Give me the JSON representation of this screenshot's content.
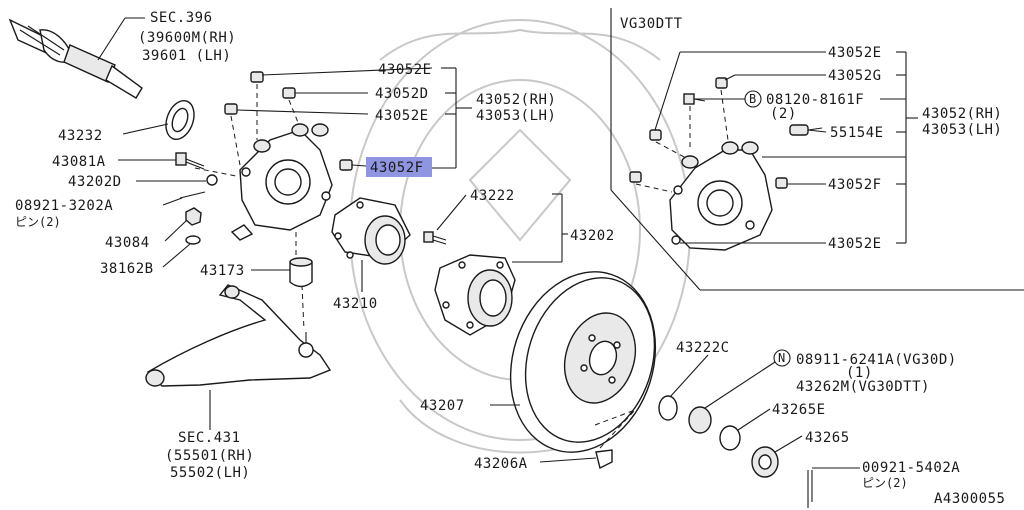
{
  "diagram": {
    "variant_label": "VG30DTT",
    "figure_code": "A4300055",
    "highlight_color": "#8f95e0",
    "labels": {
      "sec396": "SEC.396",
      "p39600m": "(39600M(RH)",
      "p39601": "39601 (LH)",
      "p43232": "43232",
      "p43081a": "43081A",
      "p43202d": "43202D",
      "p08921_3202a": "08921-3202A",
      "pin2_a": "ピン(2)",
      "p43084": "43084",
      "p38162b": "38162B",
      "p43173": "43173",
      "p43052e_1": "43052E",
      "p43052d": "43052D",
      "p43052e_2": "43052E",
      "p43052f_hl": "43052F",
      "p43052rh_1": "43052(RH)",
      "p43053lh_1": "43053(LH)",
      "p43222": "43222",
      "p43202": "43202",
      "p43210": "43210",
      "p43222c": "43222C",
      "p43207": "43207",
      "p43206a": "43206A",
      "n_symbol": "N",
      "p08911": "08911-6241A(VG30D)",
      "qty1": "(1)",
      "p43262m": "43262M(VG30DTT)",
      "p43265e": "43265E",
      "p43265": "43265",
      "p00921": "00921-5402A",
      "pin2_b": "ピン(2)",
      "sec431": "SEC.431",
      "p55501": "(55501(RH)",
      "p55502": "55502(LH)",
      "v_43052e_top": "43052E",
      "v_43052g": "43052G",
      "b_symbol": "B",
      "v_08120": "08120-8161F",
      "v_qty2": "(2)",
      "v_55154e": "55154E",
      "v_43052rh": "43052(RH)",
      "v_43053lh": "43053(LH)",
      "v_43052f": "43052F",
      "v_43052e_bot": "43052E"
    }
  }
}
